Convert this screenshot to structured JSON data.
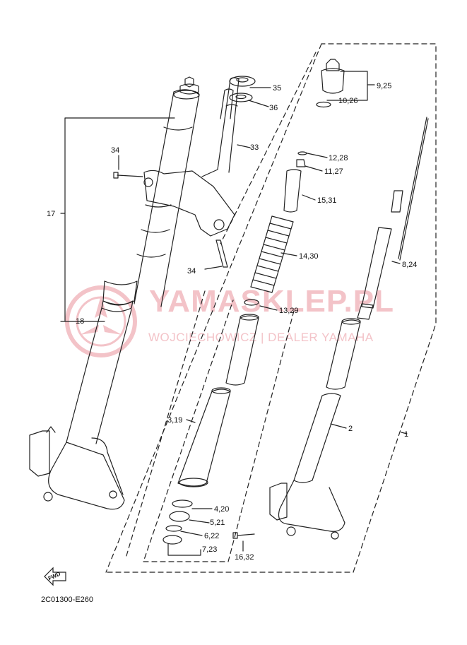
{
  "diagram": {
    "catalog_code": "2C01300-E260",
    "fwd_label": "FWD",
    "watermark": {
      "title": "YAMASKLEP.PL",
      "subtitle": "WOJCIECHOWICZ | DEALER YAMAHA"
    },
    "callouts": [
      {
        "id": "c1",
        "text": "1"
      },
      {
        "id": "c2",
        "text": "2"
      },
      {
        "id": "c3",
        "text": "3,19"
      },
      {
        "id": "c4",
        "text": "4,20"
      },
      {
        "id": "c5",
        "text": "5,21"
      },
      {
        "id": "c6",
        "text": "6,22"
      },
      {
        "id": "c7",
        "text": "7,23"
      },
      {
        "id": "c8",
        "text": "8,24"
      },
      {
        "id": "c9",
        "text": "9,25"
      },
      {
        "id": "c10",
        "text": "10,26"
      },
      {
        "id": "c11",
        "text": "11,27"
      },
      {
        "id": "c12",
        "text": "12,28"
      },
      {
        "id": "c13",
        "text": "13,29"
      },
      {
        "id": "c14",
        "text": "14,30"
      },
      {
        "id": "c15",
        "text": "15,31"
      },
      {
        "id": "c16",
        "text": "16,32"
      },
      {
        "id": "c17",
        "text": "17"
      },
      {
        "id": "c18",
        "text": "18"
      },
      {
        "id": "c33",
        "text": "33"
      },
      {
        "id": "c34a",
        "text": "34"
      },
      {
        "id": "c34b",
        "text": "34"
      },
      {
        "id": "c35",
        "text": "35"
      },
      {
        "id": "c36",
        "text": "36"
      }
    ]
  }
}
